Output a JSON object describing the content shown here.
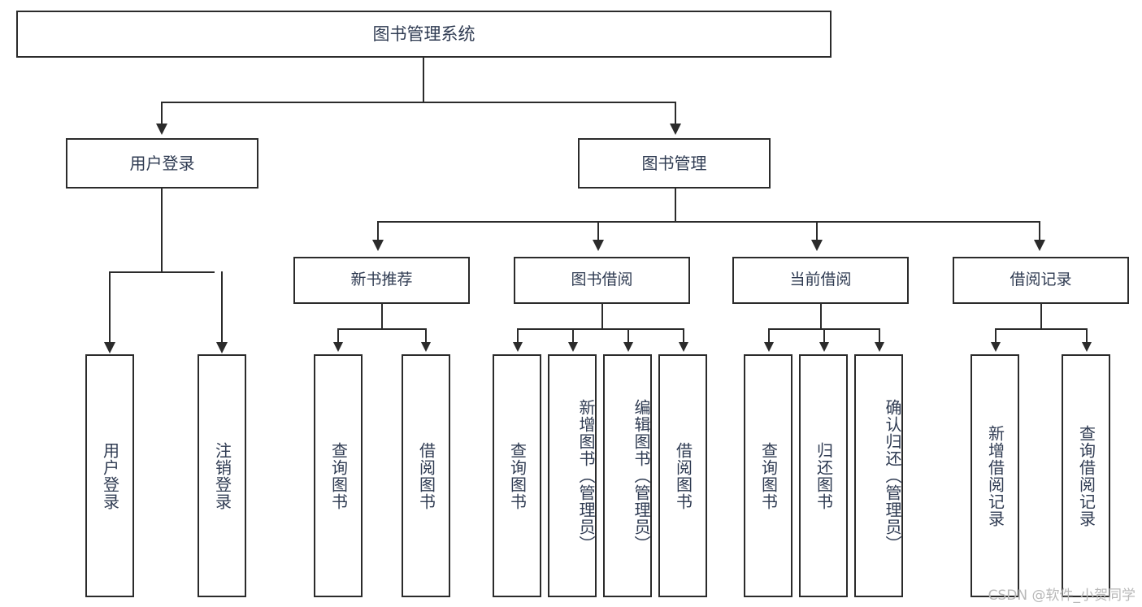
{
  "diagram": {
    "title": "图书管理系统",
    "type": "tree",
    "watermark": "CSDN @软件_小贺同学",
    "colors": {
      "box_border": "#2b2b2b",
      "box_fill": "#ffffff",
      "text": "#2f3b52",
      "connector": "#2b2b2b",
      "watermark": "#b8b8b8",
      "background": "#ffffff"
    },
    "root": {
      "label": "图书管理系统"
    },
    "branches": [
      {
        "label": "用户登录",
        "leaves": [
          {
            "label": "用户登录"
          },
          {
            "label": "注销登录"
          }
        ]
      },
      {
        "label": "图书管理",
        "children": [
          {
            "label": "新书推荐",
            "leaves": [
              {
                "label": "查询图书"
              },
              {
                "label": "借阅图书"
              }
            ]
          },
          {
            "label": "图书借阅",
            "leaves": [
              {
                "label": "查询图书"
              },
              {
                "label": "新增图书（管理员）"
              },
              {
                "label": "编辑图书（管理员）"
              },
              {
                "label": "借阅图书"
              }
            ]
          },
          {
            "label": "当前借阅",
            "leaves": [
              {
                "label": "查询图书"
              },
              {
                "label": "归还图书"
              },
              {
                "label": "确认归还（管理员）"
              }
            ]
          },
          {
            "label": "借阅记录",
            "leaves": [
              {
                "label": "新增借阅记录"
              },
              {
                "label": "查询借阅记录"
              }
            ]
          }
        ]
      }
    ]
  }
}
